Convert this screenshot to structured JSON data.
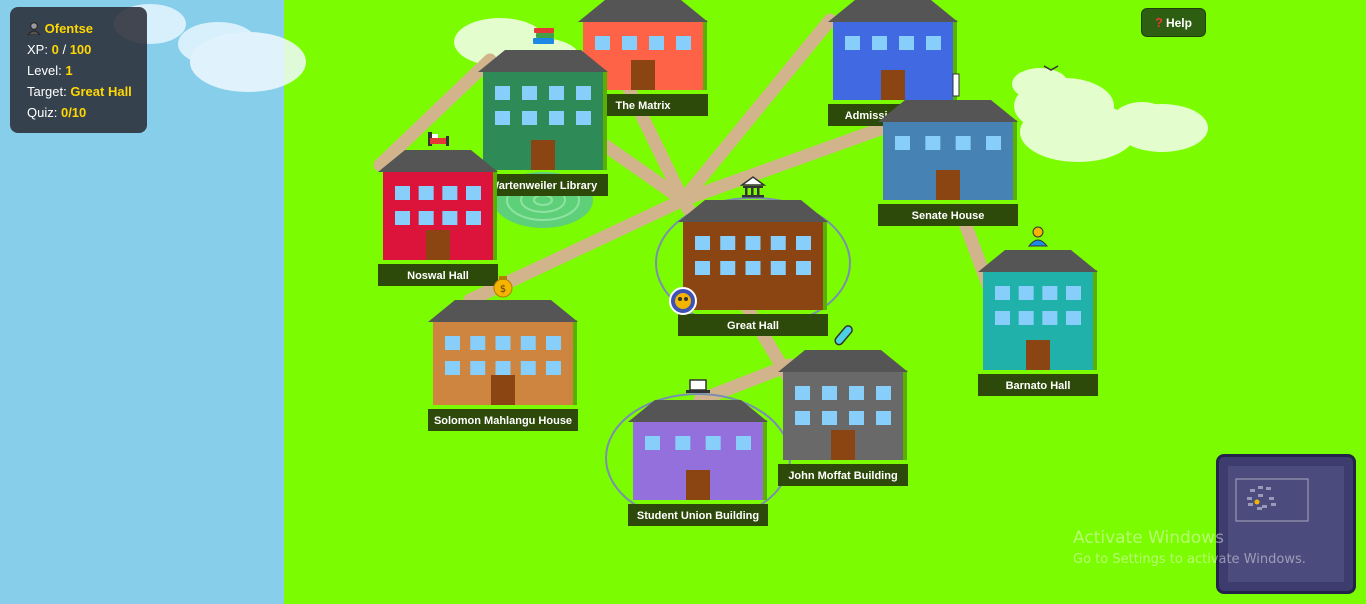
{
  "hud": {
    "player_name": "Ofentse",
    "xp_label": "XP:",
    "xp_current": "0",
    "xp_separator": "/",
    "xp_max": "100",
    "level_label": "Level:",
    "level_value": "1",
    "target_label": "Target:",
    "target_value": "Great Hall",
    "quiz_label": "Quiz:",
    "quiz_value": "0/10"
  },
  "help_button": {
    "icon": "question-mark-icon",
    "label": "Help"
  },
  "colors": {
    "sky": "#87ceeb",
    "grass": "#7cfc00",
    "path": "#d2b48c",
    "roof": "#555555",
    "window": "#87cefa",
    "door": "#8b4513",
    "label_bg": "#2e4a0a",
    "hud_name": "#ffd700"
  },
  "buildings": [
    {
      "id": "the-matrix",
      "name": "The Matrix",
      "color": "#ff6347",
      "icon": "books-icon"
    },
    {
      "id": "admissions-office",
      "name": "Admissions Office",
      "color": "#4169e1",
      "icon": "document-icon"
    },
    {
      "id": "wartenweiler-library",
      "name": "Wartenweiler Library",
      "color": "#2e8b57",
      "icon": "books-icon"
    },
    {
      "id": "senate-house",
      "name": "Senate House",
      "color": "#4682b4",
      "icon": ""
    },
    {
      "id": "noswal-hall",
      "name": "Noswal Hall",
      "color": "#dc143c",
      "icon": "bed-icon"
    },
    {
      "id": "great-hall",
      "name": "Great Hall",
      "color": "#8b4513",
      "icon": "classical-building-icon"
    },
    {
      "id": "barnato-hall",
      "name": "Barnato Hall",
      "color": "#20b2aa",
      "icon": "person-icon"
    },
    {
      "id": "solomon-mahlangu-house",
      "name": "Solomon Mahlangu House",
      "color": "#cd853f",
      "icon": "money-bag-icon"
    },
    {
      "id": "john-moffat-building",
      "name": "John Moffat Building",
      "color": "#696969",
      "icon": "test-tube-icon"
    },
    {
      "id": "student-union-building",
      "name": "Student Union Building",
      "color": "#9370db",
      "icon": "laptop-icon"
    }
  ],
  "player": {
    "icon": "player-avatar-icon"
  },
  "minimap": {
    "label": "minimap"
  },
  "watermark": {
    "line1": "Activate Windows",
    "line2": "Go to Settings to activate Windows."
  }
}
